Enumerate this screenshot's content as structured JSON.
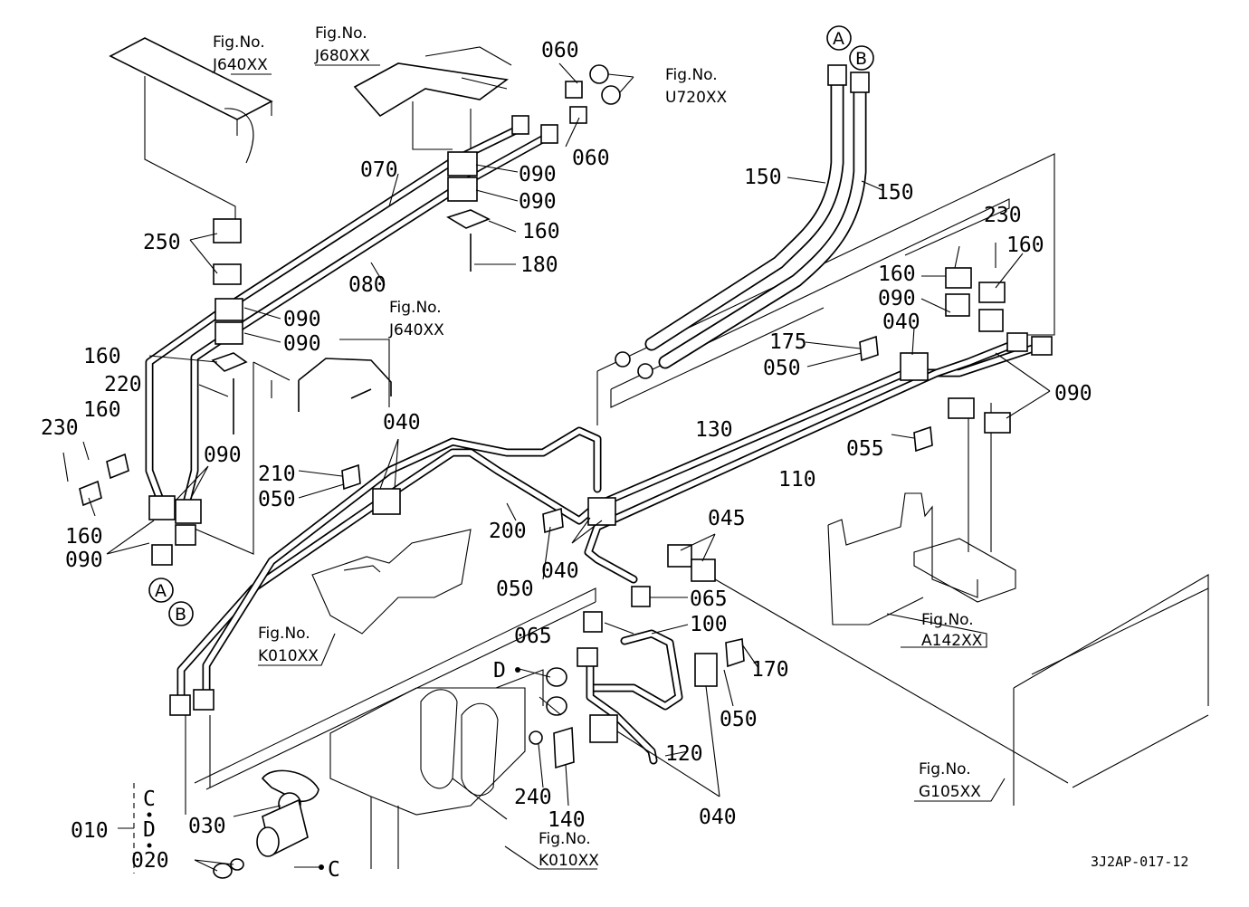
{
  "callouts": [
    {
      "id": "060a",
      "text": "060"
    },
    {
      "id": "060b",
      "text": "060"
    },
    {
      "id": "070",
      "text": "070"
    },
    {
      "id": "080",
      "text": "080"
    },
    {
      "id": "090a",
      "text": "090"
    },
    {
      "id": "090b",
      "text": "090"
    },
    {
      "id": "090c",
      "text": "090"
    },
    {
      "id": "090d",
      "text": "090"
    },
    {
      "id": "090e",
      "text": "090"
    },
    {
      "id": "090f",
      "text": "090"
    },
    {
      "id": "090g",
      "text": "090"
    },
    {
      "id": "090h",
      "text": "090"
    },
    {
      "id": "160a",
      "text": "160"
    },
    {
      "id": "160b",
      "text": "160"
    },
    {
      "id": "160c",
      "text": "160"
    },
    {
      "id": "160d",
      "text": "160"
    },
    {
      "id": "160e",
      "text": "160"
    },
    {
      "id": "160f",
      "text": "160"
    },
    {
      "id": "180",
      "text": "180"
    },
    {
      "id": "250",
      "text": "250"
    },
    {
      "id": "220",
      "text": "220"
    },
    {
      "id": "230a",
      "text": "230"
    },
    {
      "id": "230b",
      "text": "230"
    },
    {
      "id": "150a",
      "text": "150"
    },
    {
      "id": "150b",
      "text": "150"
    },
    {
      "id": "175",
      "text": "175"
    },
    {
      "id": "050a",
      "text": "050"
    },
    {
      "id": "050b",
      "text": "050"
    },
    {
      "id": "050c",
      "text": "050"
    },
    {
      "id": "050d",
      "text": "050"
    },
    {
      "id": "040a",
      "text": "040"
    },
    {
      "id": "040b",
      "text": "040"
    },
    {
      "id": "040c",
      "text": "040"
    },
    {
      "id": "040d",
      "text": "040"
    },
    {
      "id": "130",
      "text": "130"
    },
    {
      "id": "110",
      "text": "110"
    },
    {
      "id": "055",
      "text": "055"
    },
    {
      "id": "210",
      "text": "210"
    },
    {
      "id": "200",
      "text": "200"
    },
    {
      "id": "045",
      "text": "045"
    },
    {
      "id": "065a",
      "text": "065"
    },
    {
      "id": "065b",
      "text": "065"
    },
    {
      "id": "100",
      "text": "100"
    },
    {
      "id": "170",
      "text": "170"
    },
    {
      "id": "120",
      "text": "120"
    },
    {
      "id": "140",
      "text": "140"
    },
    {
      "id": "240",
      "text": "240"
    },
    {
      "id": "030",
      "text": "030"
    },
    {
      "id": "010",
      "text": "010"
    },
    {
      "id": "020",
      "text": "020"
    }
  ],
  "circle_markers": [
    {
      "id": "A-top",
      "text": "A"
    },
    {
      "id": "B-top",
      "text": "B"
    },
    {
      "id": "A-bottom",
      "text": "A"
    },
    {
      "id": "B-bottom",
      "text": "B"
    }
  ],
  "letter_markers": [
    {
      "id": "D-main",
      "text": "D"
    },
    {
      "id": "C-main",
      "text": "C"
    },
    {
      "id": "C-kit",
      "text": "C"
    },
    {
      "id": "D-kit",
      "text": "D"
    }
  ],
  "figure_refs": [
    {
      "id": "J640-top",
      "line1": "Fig.No.",
      "line2": "J640XX"
    },
    {
      "id": "J680",
      "line1": "Fig.No.",
      "line2": "J680XX"
    },
    {
      "id": "U720",
      "line1": "Fig.No.",
      "line2": "U720XX"
    },
    {
      "id": "J640-mid",
      "line1": "Fig.No.",
      "line2": "J640XX"
    },
    {
      "id": "K010-left",
      "line1": "Fig.No.",
      "line2": "K010XX"
    },
    {
      "id": "A142",
      "line1": "Fig.No.",
      "line2": "A142XX"
    },
    {
      "id": "G105",
      "line1": "Fig.No.",
      "line2": "G105XX"
    },
    {
      "id": "K010-bottom",
      "line1": "Fig.No.",
      "line2": "K010XX"
    }
  ],
  "drawing_code": "3J2AP-017-12"
}
